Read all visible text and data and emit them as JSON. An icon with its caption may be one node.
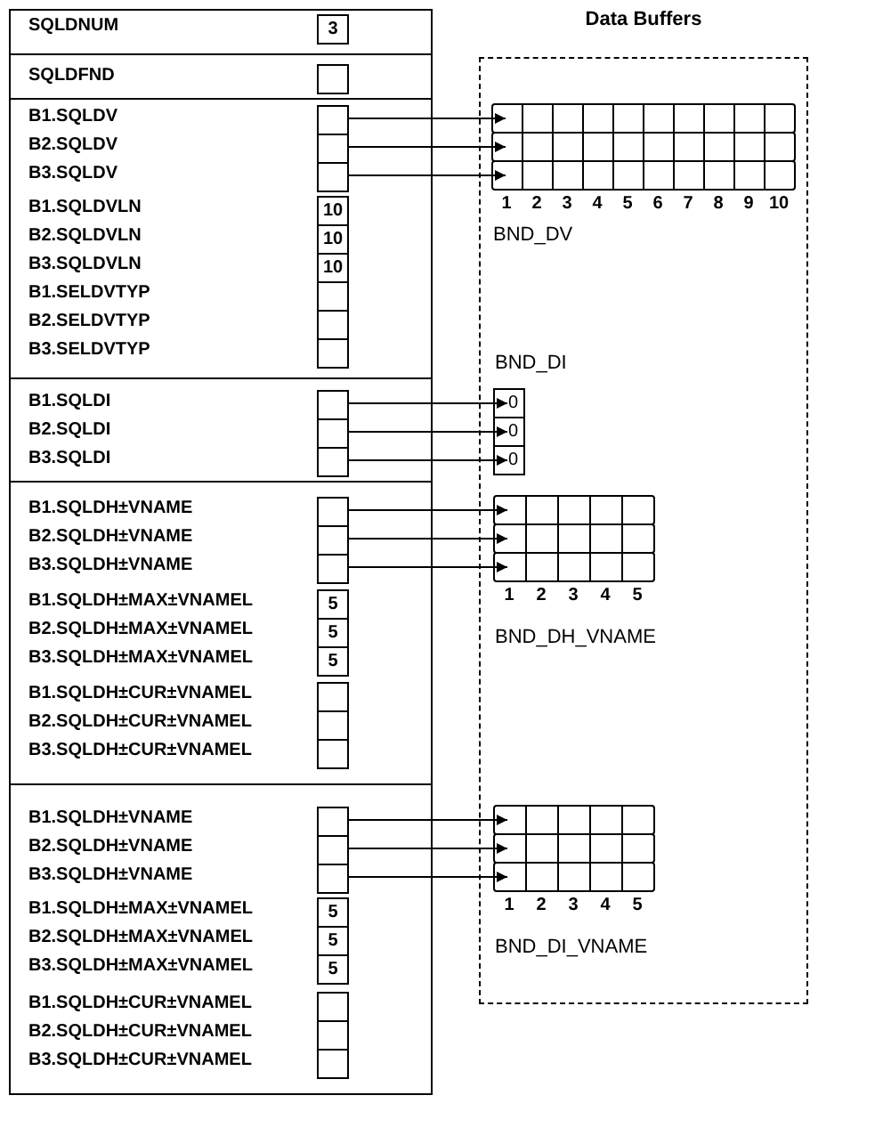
{
  "diagram": {
    "nodes": [
      {
        "text": [],
        "shape": "box"
      },
      {
        "text": [
          "3"
        ],
        "in": 0
      },
      {
        "text": [],
        "shape": "box",
        "in": 0
      },
      {
        "text": [],
        "shape": "box",
        "in": 0
      },
      {
        "text": [],
        "shape": "box",
        "in": 0
      },
      {
        "text": [],
        "shape": "box",
        "in": 0
      },
      {
        "text": [
          "10"
        ],
        "in": 0
      },
      {
        "text": [
          "10"
        ],
        "in": 0
      },
      {
        "text": [
          "10"
        ],
        "in": 0
      },
      {
        "text": [],
        "shape": "box",
        "in": 0
      },
      {
        "text": [],
        "shape": "box",
        "in": 0
      },
      {
        "text": [],
        "shape": "box",
        "in": 0
      },
      {
        "text": [],
        "shape": "box",
        "in": 0
      },
      {
        "text": [],
        "shape": "box",
        "in": 0
      },
      {
        "text": [],
        "shape": "box",
        "in": 0
      },
      {
        "text": [],
        "shape": "box",
        "in": 0
      },
      {
        "text": [],
        "shape": "box",
        "in": 0
      },
      {
        "text": [],
        "shape": "box",
        "in": 0
      },
      {
        "text": [
          "5"
        ],
        "in": 0
      },
      {
        "text": [
          "5"
        ],
        "in": 0
      },
      {
        "text": [
          "5"
        ],
        "in": 0
      },
      {
        "text": [],
        "shape": "box",
        "in": 0
      },
      {
        "text": [],
        "shape": "box",
        "in": 0
      },
      {
        "text": [],
        "shape": "box",
        "in": 0
      },
      {
        "text": [],
        "shape": "box",
        "in": 0
      },
      {
        "text": [],
        "shape": "box",
        "in": 0
      },
      {
        "text": [],
        "shape": "box",
        "in": 0
      },
      {
        "text": [
          "5"
        ],
        "in": 0
      },
      {
        "text": [
          "5"
        ],
        "in": 0
      },
      {
        "text": [
          "5"
        ],
        "in": 0
      },
      {
        "text": [],
        "shape": "box",
        "in": 0
      },
      {
        "text": [],
        "shape": "box",
        "in": 0
      },
      {
        "text": [],
        "shape": "box",
        "in": 0
      },
      {
        "text": [
          "Data Buffers"
        ]
      },
      {
        "text": [
          "BND_DV"
        ],
        "in": 33
      },
      {
        "text": [],
        "shape": "bar",
        "in": 34
      },
      {
        "text": [],
        "shape": "bar",
        "in": 34
      },
      {
        "text": [],
        "shape": "bar",
        "in": 34
      },
      {
        "text": [
          "BND_DI"
        ],
        "in": 33
      },
      {
        "text": [
          "0"
        ],
        "in": 38
      },
      {
        "text": [
          "0"
        ],
        "in": 38
      },
      {
        "text": [
          "0"
        ],
        "in": 38
      },
      {
        "text": [
          "BND_DH_VNAME"
        ],
        "in": 33
      },
      {
        "text": [],
        "shape": "bar",
        "in": 42
      },
      {
        "text": [],
        "shape": "bar",
        "in": 42
      },
      {
        "text": [],
        "shape": "bar",
        "in": 42
      },
      {
        "text": [
          "BND_DI_VNAME"
        ],
        "in": 33
      },
      {
        "text": [],
        "shape": "bar",
        "in": 46
      },
      {
        "text": [],
        "shape": "bar",
        "in": 46
      },
      {
        "text": [],
        "shape": "bar",
        "in": 46
      }
    ],
    "edges": [
      {
        "from": 3,
        "to": 35,
        "arrow": "to"
      },
      {
        "from": 4,
        "to": 36,
        "arrow": "to"
      },
      {
        "from": 5,
        "to": 37,
        "arrow": "to"
      },
      {
        "from": 12,
        "to": 39,
        "arrow": "to"
      },
      {
        "from": 13,
        "to": 40,
        "arrow": "to"
      },
      {
        "from": 14,
        "to": 41,
        "arrow": "to"
      },
      {
        "from": 15,
        "to": 43,
        "arrow": "to"
      },
      {
        "from": 16,
        "to": 44,
        "arrow": "to"
      },
      {
        "from": 17,
        "to": 45,
        "arrow": "to"
      },
      {
        "from": 24,
        "to": 47,
        "arrow": "to"
      },
      {
        "from": 25,
        "to": 48,
        "arrow": "to"
      },
      {
        "from": 26,
        "to": 49,
        "arrow": "to"
      }
    ],
    "labels": [
      "SQLDNUM",
      "SQLDFND",
      "B1.SQLDV",
      "B2.SQLDV",
      "B3.SQLDV",
      "B1.SQLDVLN",
      "B2.SQLDVLN",
      "B3.SQLDVLN",
      "B1.SELDVTYP",
      "B2.SELDVTYP",
      "B3.SELDVTYP",
      "B1.SQLDI",
      "B2.SQLDI",
      "B3.SQLDI",
      "B1.SQLDH±VNAME",
      "B2.SQLDH±VNAME",
      "B3.SQLDH±VNAME",
      "B1.SQLDH±MAX±VNAMEL",
      "B2.SQLDH±MAX±VNAMEL",
      "B3.SQLDH±MAX±VNAMEL",
      "B1.SQLDH±CUR±VNAMEL",
      "B2.SQLDH±CUR±VNAMEL",
      "B3.SQLDH±CUR±VNAMEL",
      "B1.SQLDH±VNAME",
      "B2.SQLDH±VNAME",
      "B3.SQLDH±VNAME",
      "B1.SQLDH±MAX±VNAMEL",
      "B2.SQLDH±MAX±VNAMEL",
      "B3.SQLDH±MAX±VNAMEL",
      "B1.SQLDH±CUR±VNAMEL",
      "B2.SQLDH±CUR±VNAMEL",
      "B3.SQLDH±CUR±VNAMEL",
      "1",
      "2",
      "3",
      "4",
      "5",
      "6",
      "7",
      "8",
      "9",
      "10",
      "1",
      "2",
      "3",
      "4",
      "5",
      "1",
      "2",
      "3",
      "4",
      "5"
    ]
  }
}
